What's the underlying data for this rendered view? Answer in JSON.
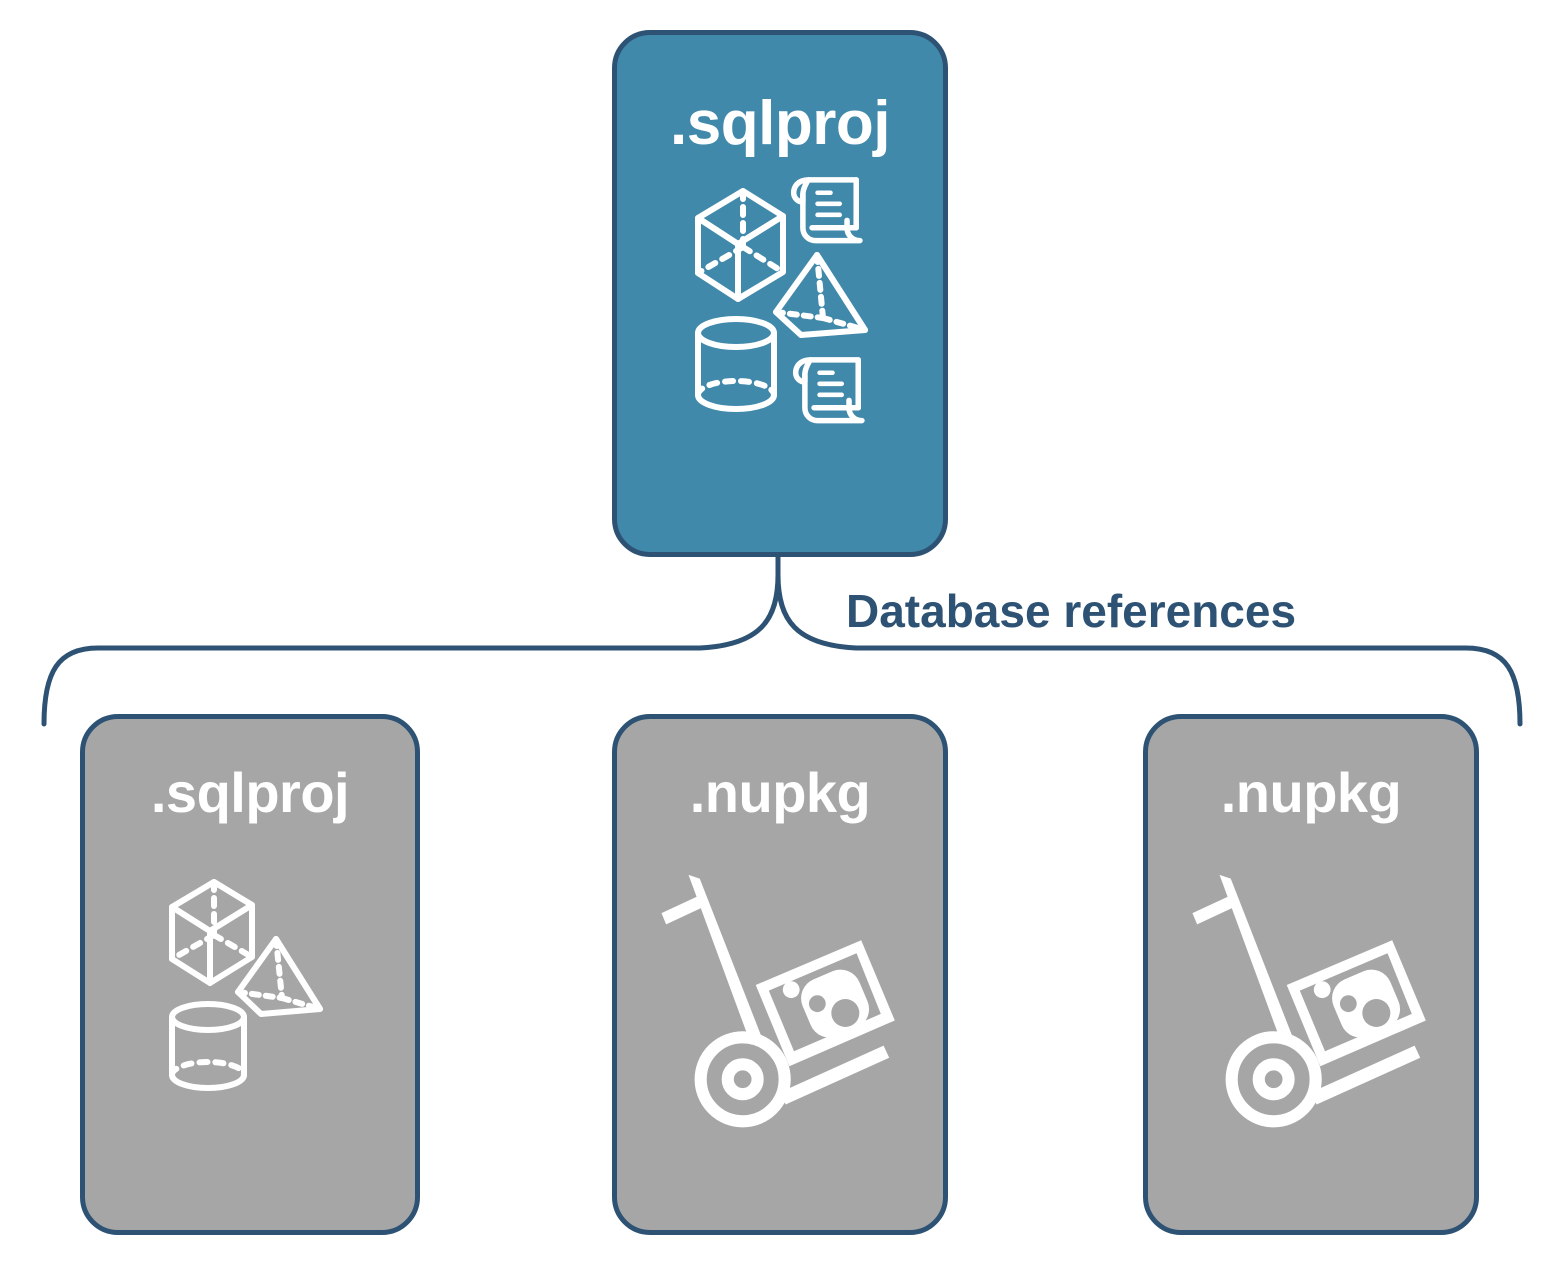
{
  "diagram": {
    "title": "SQL project database references diagram",
    "colors": {
      "accent_blue": "#4189ab",
      "stroke_dark_blue": "#2d5274",
      "grey_card": "#a6a6a6",
      "icon_white": "#ffffff",
      "background": "#ffffff"
    },
    "connector": {
      "label": "Database references",
      "style": "curly-brace",
      "from": "root-sqlproj-card",
      "to": [
        "reference-sqlproj-card",
        "reference-nupkg-card-1",
        "reference-nupkg-card-2"
      ]
    },
    "root": {
      "id": "root-sqlproj-card",
      "title": ".sqlproj",
      "variant": "blue",
      "icons": [
        "cube-icon",
        "scroll-icon",
        "pyramid-icon",
        "cylinder-icon",
        "scroll-icon"
      ]
    },
    "references": [
      {
        "id": "reference-sqlproj-card",
        "title": ".sqlproj",
        "variant": "grey",
        "icons": [
          "cube-icon",
          "pyramid-icon",
          "cylinder-icon"
        ]
      },
      {
        "id": "reference-nupkg-card-1",
        "title": ".nupkg",
        "variant": "grey",
        "icons": [
          "hand-truck-package-icon"
        ]
      },
      {
        "id": "reference-nupkg-card-2",
        "title": ".nupkg",
        "variant": "grey",
        "icons": [
          "hand-truck-package-icon"
        ]
      }
    ]
  }
}
